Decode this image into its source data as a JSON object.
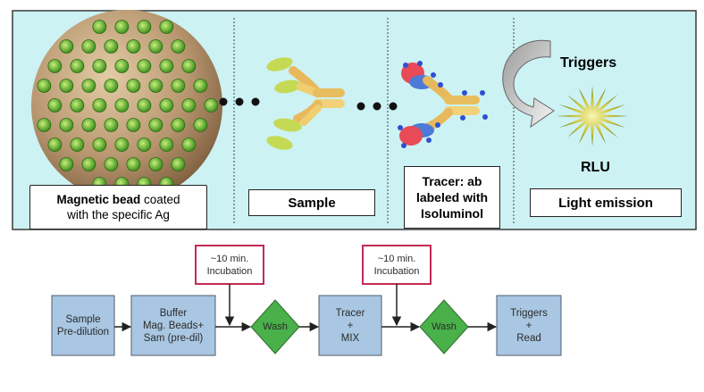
{
  "top_panel": {
    "magnetic_bead_label": {
      "bold": "Magnetic bead",
      "rest": " coated",
      "line2": "with the specific Ag"
    },
    "sample_label": "Sample",
    "tracer_label": [
      "Tracer: ab",
      "labeled with",
      "Isoluminol"
    ],
    "light_label": "Light emission",
    "triggers": "Triggers",
    "rlu": "RLU"
  },
  "flow": {
    "incubation_1": [
      "~10 min.",
      "Incubation"
    ],
    "incubation_2": [
      "~10 min.",
      "Incubation"
    ],
    "steps": {
      "sample": [
        "Sample",
        "Pre-dilution"
      ],
      "buffer": [
        "Buffer",
        "Mag. Beads+",
        "Sam (pre-dil)"
      ],
      "wash_1": "Wash",
      "tracer": [
        "Tracer",
        "+",
        "MIX"
      ],
      "wash_2": "Wash",
      "triggers": [
        "Triggers",
        "+",
        "Read"
      ]
    }
  },
  "colors": {
    "panel_bg": "#cdf2f4",
    "step_box": "#a9c7e2",
    "wash_diamond": "#49b04a",
    "incubation_border": "#c42a55"
  }
}
